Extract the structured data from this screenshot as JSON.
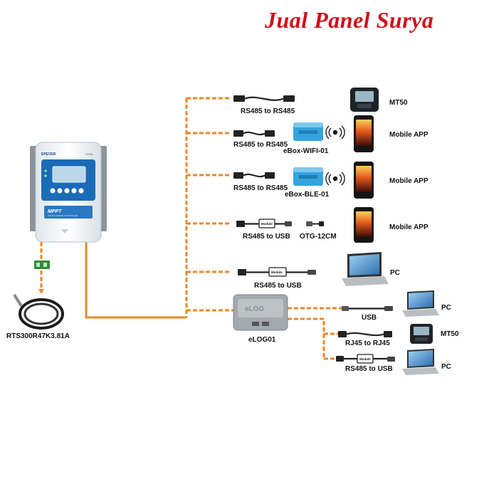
{
  "brand": {
    "word1": "Jual",
    "word2": "Panel",
    "word3": "Surya"
  },
  "controller": {
    "title": "MPPT",
    "brand_mark": "EPEVER",
    "model": "XTRA",
    "subtitle": "SOLAR CHARGE CONTROLLER"
  },
  "sensor_label": "RTS300R47K3.81A",
  "elog_label": "eLOG01",
  "elog_mark": "eLOG",
  "branches": [
    {
      "cable": "RS485 to RS485",
      "device": "MT50"
    },
    {
      "cable": "RS485 to RS485",
      "adapter": "eBox-WIFI-01",
      "device": "Mobile APP"
    },
    {
      "cable": "RS485 to RS485",
      "adapter": "eBox-BLE-01",
      "device": "Mobile APP"
    },
    {
      "cable": "RS485 to USB",
      "adapter": "OTG-12CM",
      "device": "Mobile APP",
      "module_text": "Module"
    },
    {
      "cable": "RS485 to USB",
      "device": "PC",
      "module_text": "Module"
    }
  ],
  "elog_branches": [
    {
      "cable": "USB",
      "device": "PC"
    },
    {
      "cable": "RJ45 to RJ45",
      "device": "MT50"
    },
    {
      "cable": "RS485 to USB",
      "device": "PC",
      "module_text": "Module"
    }
  ],
  "colors": {
    "wire": "#e8892a",
    "brand_text": "#d01018",
    "controller_body": "#eef3f7",
    "controller_panel": "#1a6bb8",
    "ebox": "#35a3dd"
  }
}
